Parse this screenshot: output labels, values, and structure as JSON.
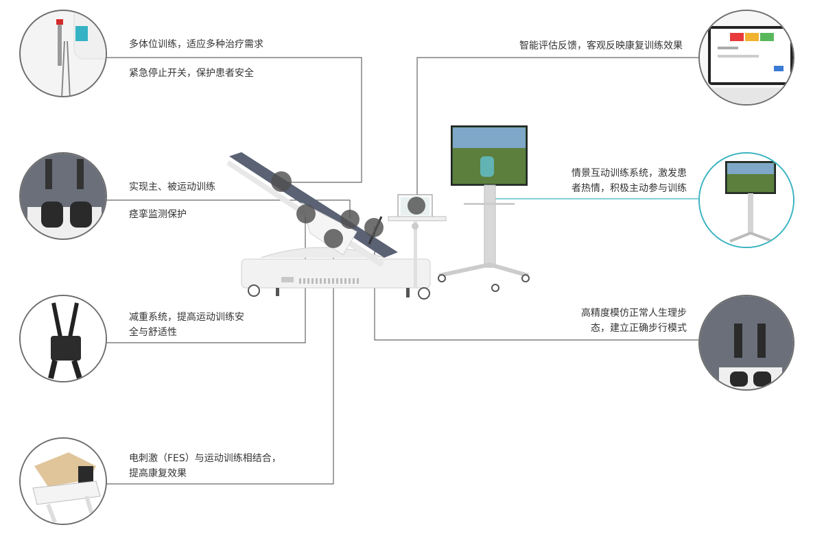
{
  "features": {
    "multi_position": "多体位训练，适应多种治疗需求",
    "emergency_stop": "紧急停止开关，保护患者安全",
    "active_passive": "实现主、被运动训练",
    "spasm_monitor": "痉挛监测保护",
    "weight_support_1": "减重系统，提高运动训练安",
    "weight_support_2": "全与舒适性",
    "fes_1": "电刺激（FES）与运动训练相结合，",
    "fes_2": "提高康复效果",
    "assessment": "智能评估反馈，客观反映康复训练效果",
    "interactive_1": "情景互动训练系统，激发患",
    "interactive_2": "者热情，积极主动参与训练",
    "gait_1": "高精度模仿正常人生理步",
    "gait_2": "态，建立正确步行模式"
  },
  "icons": [
    "emergency-stop-icon",
    "pedal-icon",
    "harness-icon",
    "fes-device-icon",
    "tablet-screen-icon",
    "monitor-stand-icon",
    "gait-pedal-icon"
  ],
  "colors": {
    "connector": "#666666",
    "teal_accent": "#38b3c0",
    "hub": "#505050"
  }
}
